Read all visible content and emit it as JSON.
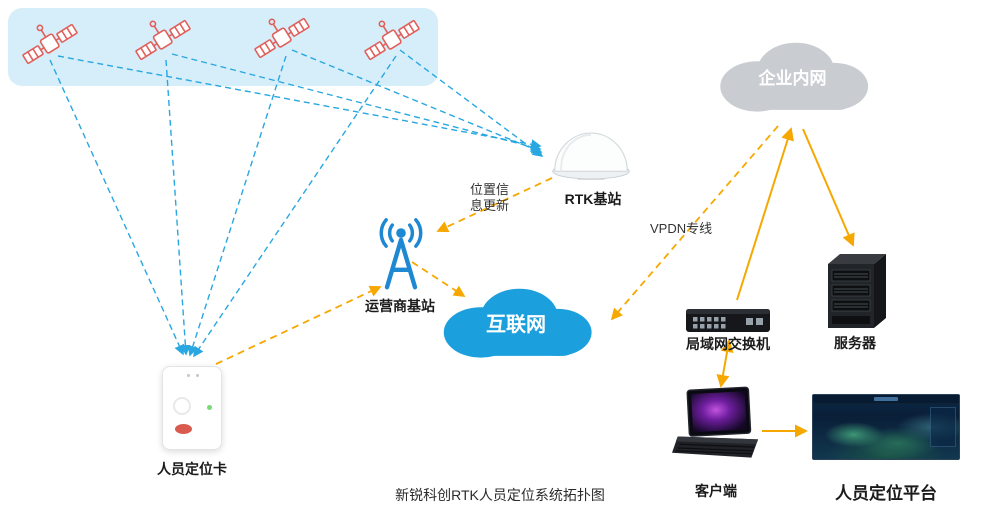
{
  "title": "新锐科创RTK人员定位系统拓扑图",
  "colors": {
    "satellite_red": "#e0605c",
    "satellite_box_blue": "#d6eefa",
    "link_blue": "#29a7e0",
    "link_orange": "#f6a800",
    "internet_cloud_blue": "#1b9fdd",
    "intranet_cloud_gray": "#c9ccd1"
  },
  "nodes": {
    "rtk_station": {
      "label": "RTK基站"
    },
    "carrier_station": {
      "label": "运营商基站"
    },
    "internet_cloud": {
      "label": "互联网"
    },
    "intranet_cloud": {
      "label": "企业内网"
    },
    "lan_switch": {
      "label": "局域网交换机"
    },
    "server": {
      "label": "服务器"
    },
    "client": {
      "label": "客户端"
    },
    "platform": {
      "label": "人员定位平台"
    },
    "tracking_card": {
      "label": "人员定位卡"
    }
  },
  "edge_labels": {
    "position_update_line1": "位置信",
    "position_update_line2": "息更新",
    "vpdn": "VPDN专线"
  }
}
